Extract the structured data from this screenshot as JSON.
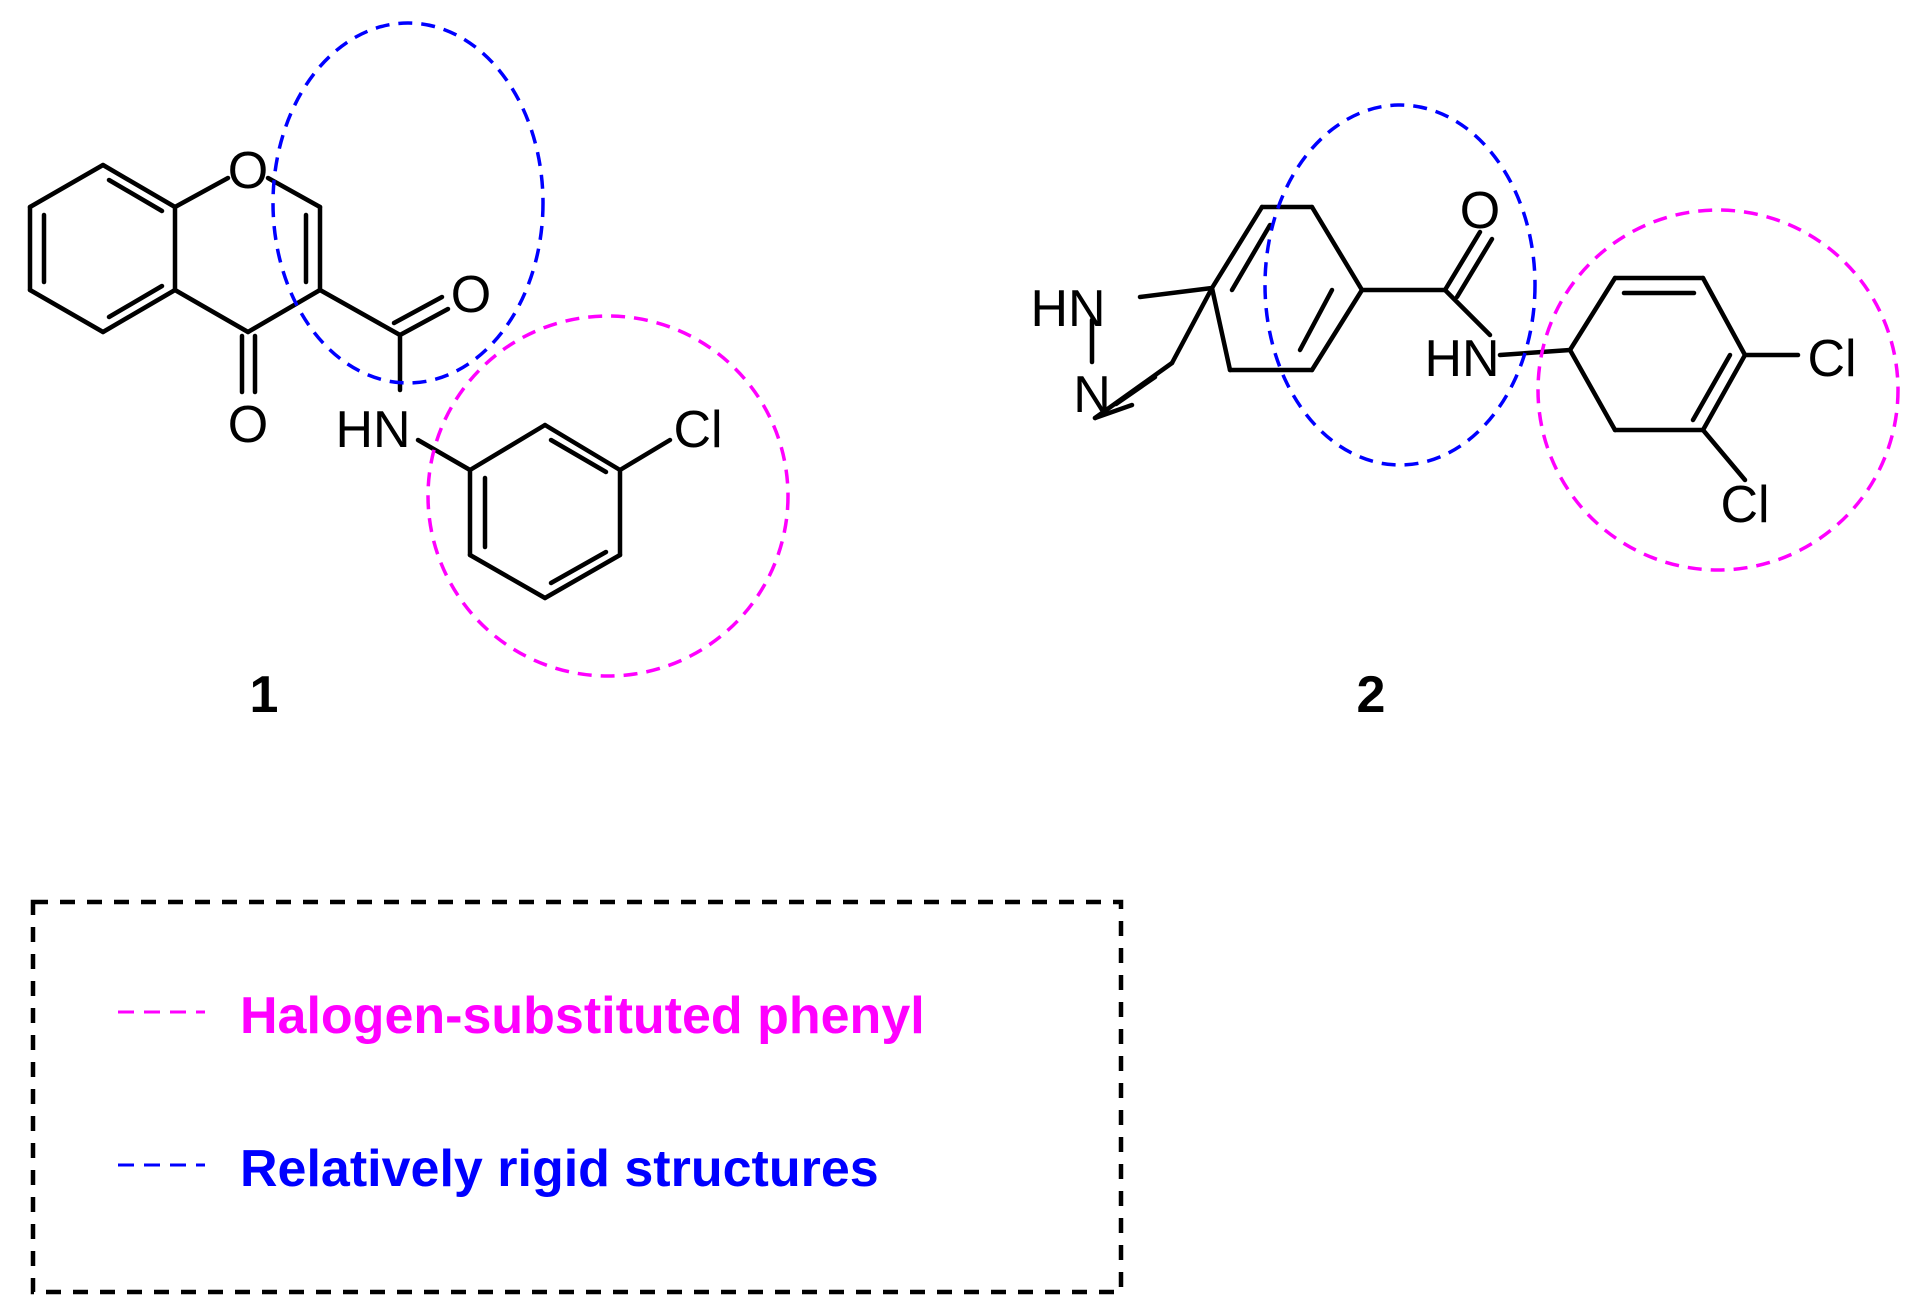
{
  "colors": {
    "halogen": "#ff00ff",
    "rigid": "#0000ff",
    "bond": "#000000",
    "legend_border": "#000000"
  },
  "compound1": {
    "number": "1",
    "atoms": {
      "ring_o": "O",
      "ketone_o": "O",
      "amide_o": "O",
      "amide_n": "HN",
      "cl": "Cl"
    }
  },
  "compound2": {
    "number": "2",
    "atoms": {
      "hn_ring": "HN",
      "n_ring": "N",
      "amide_o": "O",
      "amide_n": "HN",
      "cl1": "Cl",
      "cl2": "Cl"
    }
  },
  "legend": {
    "halogen_label": "Halogen-substituted phenyl",
    "rigid_label": "Relatively rigid structures"
  }
}
